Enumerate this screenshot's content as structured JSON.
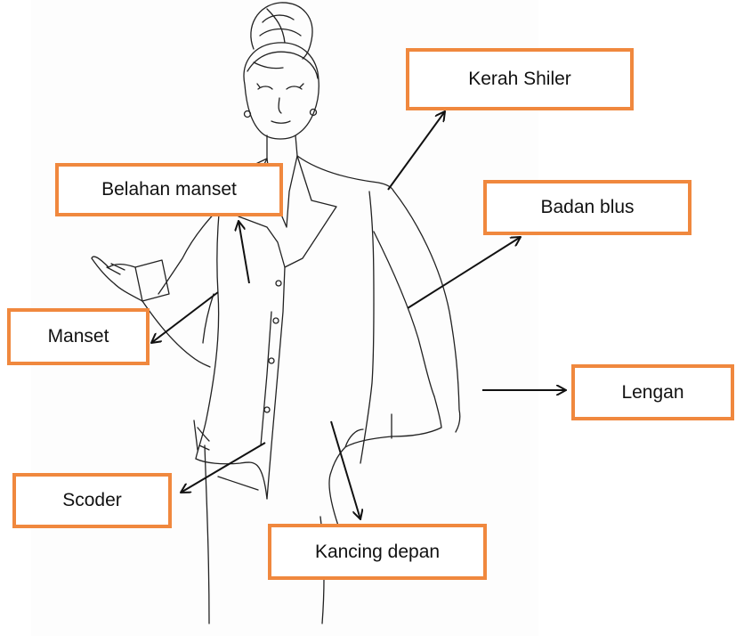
{
  "colors": {
    "box_border": "#f0883e",
    "ink": "#111111",
    "paper": "#fdfdfd"
  },
  "labels": {
    "kerah_shiler": "Kerah Shiler",
    "belahan_manset": "Belahan manset",
    "badan_blus": "Badan blus",
    "manset": "Manset",
    "lengan": "Lengan",
    "scoder": "Scoder",
    "kancing_depan": "Kancing depan"
  }
}
